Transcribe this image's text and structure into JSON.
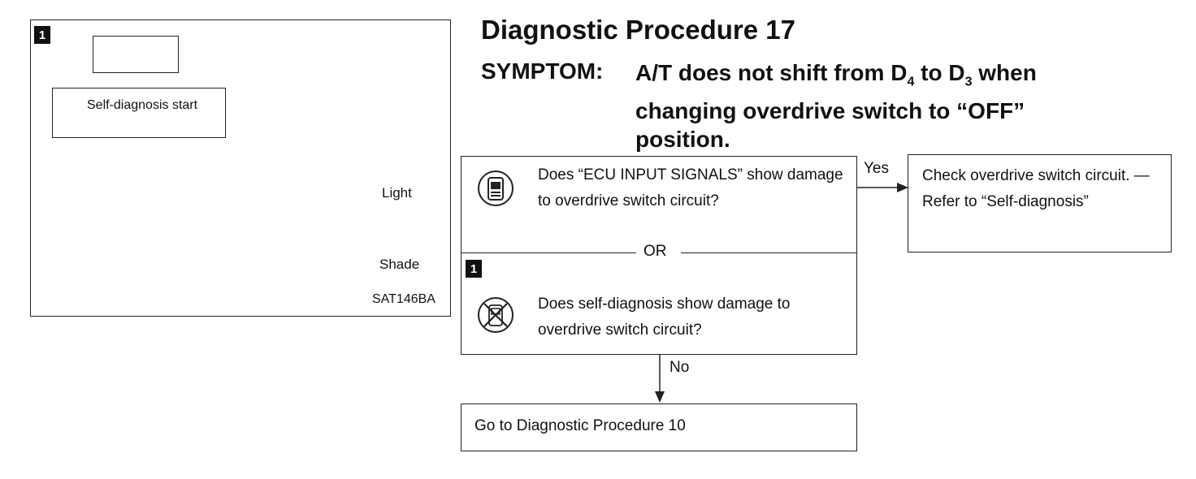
{
  "figure": {
    "badge": "1",
    "start_label": "Self-diagnosis start",
    "light_label": "Light",
    "shade_label": "Shade",
    "code": "SAT146BA"
  },
  "header": {
    "title": "Diagnostic Procedure 17",
    "symptom_label": "SYMPTOM:",
    "symptom_line1_pre": "A/T does not shift from D",
    "symptom_sub1": "4",
    "symptom_mid": " to D",
    "symptom_sub2": "3",
    "symptom_post": " when",
    "symptom_line2": "changing overdrive switch to “OFF”",
    "symptom_line3": "position."
  },
  "flow": {
    "q1_text": "Does “ECU INPUT SIGNALS” show damage to overdrive switch circuit?",
    "or_label": "OR",
    "badge": "1",
    "q2_text": "Does self-diagnosis show damage to overdrive switch circuit?",
    "yes_label": "Yes",
    "no_label": "No",
    "yes_result": "Check overdrive switch circuit. — Refer to “Self-diagnosis”",
    "no_result": "Go to Diagnostic Procedure 10"
  },
  "icons": [
    "consult-tester-icon",
    "no-tools-icon"
  ]
}
